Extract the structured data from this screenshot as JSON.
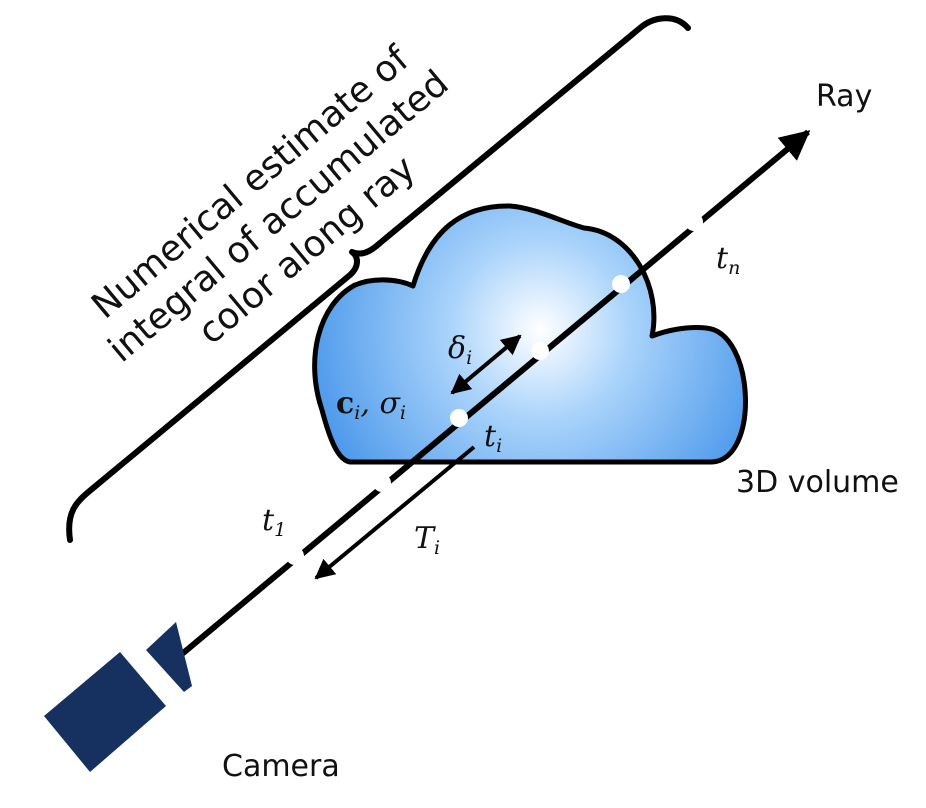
{
  "labels": {
    "ray": "Ray",
    "volume": "3D volume",
    "camera": "Camera"
  },
  "brace_text": [
    "Numerical estimate of",
    "integral of accumulated",
    "color along ray"
  ],
  "math": {
    "t1_base": "t",
    "t1_sub": "1",
    "tn_base": "t",
    "tn_sub": "n",
    "ti_base": "t",
    "ti_sub": "i",
    "Ti_base": "T",
    "Ti_sub": "i",
    "delta_base": "δ",
    "delta_sub": "i",
    "c_base": "c",
    "c_sub": "i",
    "sep": ", ",
    "sigma_base": "σ",
    "sigma_sub": "i"
  },
  "colors": {
    "cloud_center": "#ffffff",
    "cloud_edge": "#3d8fe8",
    "camera": "#16305f",
    "ink": "#000000"
  }
}
